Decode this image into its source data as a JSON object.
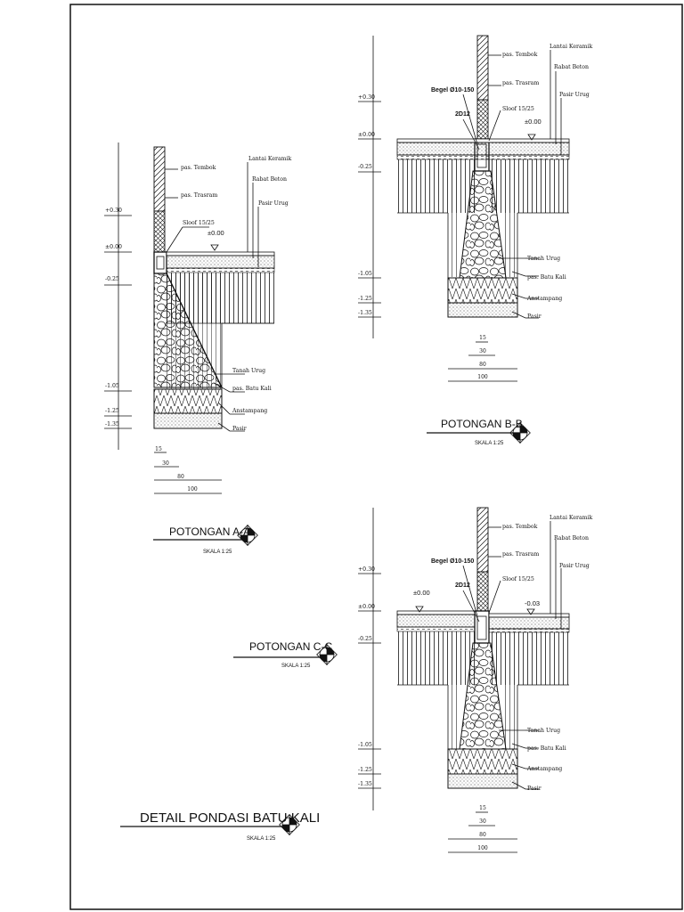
{
  "sections": {
    "a": {
      "title": "POTONGAN A-A",
      "scale": "SKALA 1:25",
      "labels": {
        "tembok": "pas. Tembok",
        "trasram": "pas. Trasram",
        "sloof": "Sloof 15/25",
        "lantai": "Lantai Keramik",
        "rabat": "Rabat Beton",
        "pasir_urug": "Pasir Urug",
        "tanah": "Tanah Urug",
        "batu": "pas. Batu Kali",
        "anstampang": "Anstampang",
        "pasir": "Pasir"
      },
      "floor_mark": "±0.00",
      "levels": [
        "+0.30",
        "±0.00",
        "-0.25",
        "-1.05",
        "-1.25",
        "-1.35"
      ],
      "dims": [
        "15",
        "30",
        "80",
        "100"
      ]
    },
    "b": {
      "title": "POTONGAN B-B",
      "scale": "SKALA 1:25",
      "begel": "Begel Ø10-150",
      "rebar": "2D12",
      "labels": {
        "tembok": "pas. Tembok",
        "trasram": "pas. Trasram",
        "sloof": "Sloof 15/25",
        "lantai": "Lantai Keramik",
        "rabat": "Rabat Beton",
        "pasir_urug": "Pasir Urug",
        "tanah": "Tanah Urug",
        "batu": "pas. Batu Kali",
        "anstampang": "Anstampang",
        "pasir": "Pasir"
      },
      "floor_mark": "±0.00",
      "levels": [
        "+0.30",
        "±0.00",
        "-0.25",
        "-1.05",
        "-1.25",
        "-1.35"
      ],
      "dims": [
        "15",
        "30",
        "80",
        "100"
      ]
    },
    "c": {
      "title": "POTONGAN C-C",
      "scale": "SKALA 1:25",
      "begel": "Begel Ø10-150",
      "rebar": "2D12",
      "labels": {
        "tembok": "pas. Tembok",
        "trasram": "pas. Trasram",
        "sloof": "Sloof 15/25",
        "lantai": "Lantai Keramik",
        "rabat": "Rabat Beton",
        "pasir_urug": "Pasir Urug",
        "tanah": "Tanah Urug",
        "batu": "pas. Batu Kali",
        "anstampang": "Anstampang",
        "pasir": "Pasir"
      },
      "floor_mark_left": "±0.00",
      "floor_mark_right": "-0.03",
      "levels": [
        "+0.30",
        "±0.00",
        "-0.25",
        "-1.05",
        "-1.25",
        "-1.35"
      ],
      "dims": [
        "15",
        "30",
        "80",
        "100"
      ]
    }
  },
  "main_title": "DETAIL PONDASI BATU KALI",
  "main_scale": "SKALA 1:25"
}
